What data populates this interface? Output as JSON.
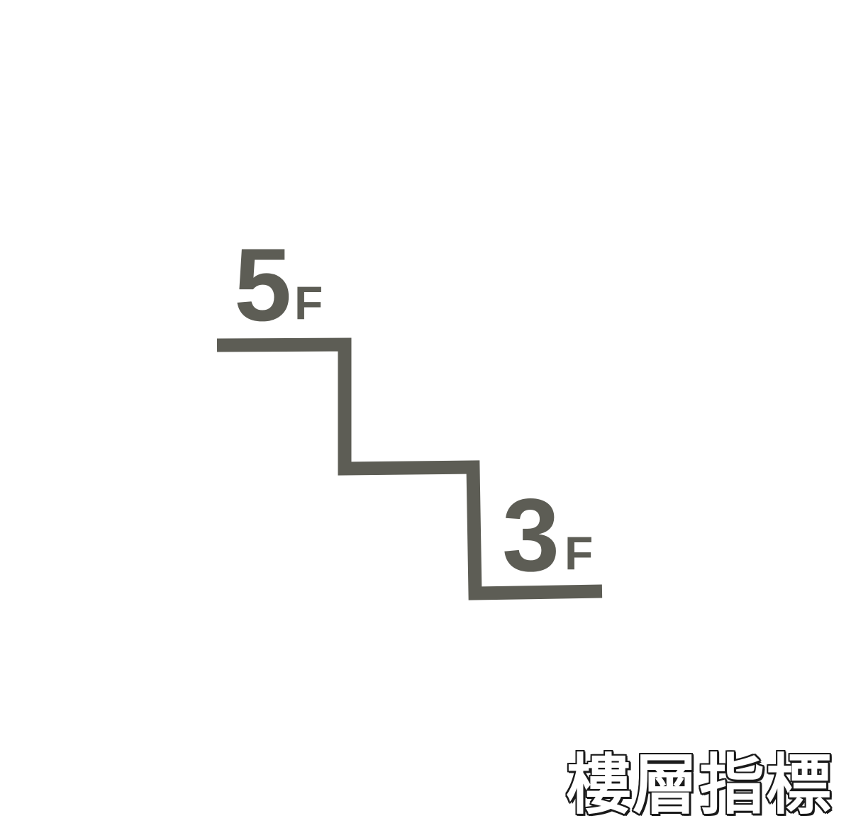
{
  "sign": {
    "upper_floor": {
      "number": "5",
      "unit": "F"
    },
    "lower_floor": {
      "number": "3",
      "unit": "F"
    },
    "icon": "staircase-icon",
    "line_color": "#5d5d55"
  },
  "caption": "樓層指標"
}
